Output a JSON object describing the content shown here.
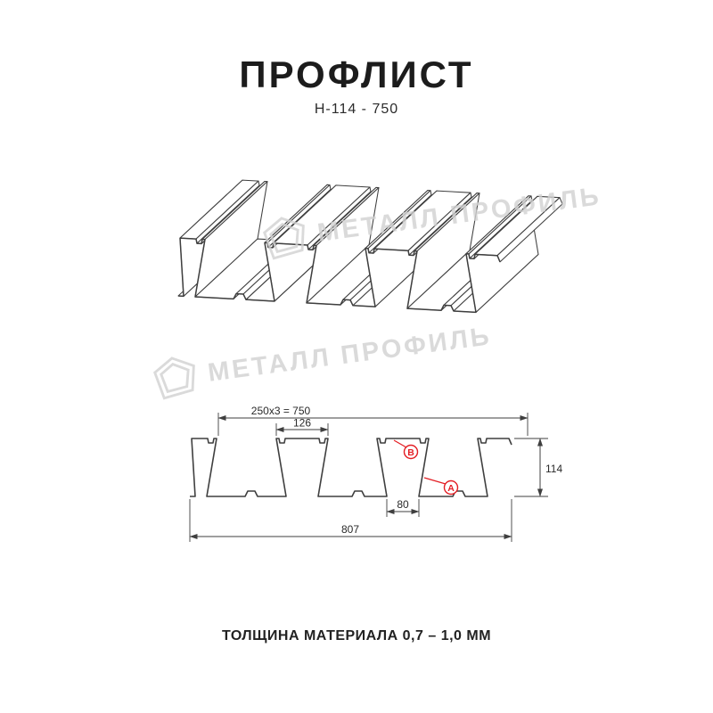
{
  "header": {
    "title": "ПРОФЛИСТ",
    "subtitle": "Н-114 - 750"
  },
  "watermark": {
    "text": "МЕТАЛЛ ПРОФИЛЬ",
    "logo_icon": "pentagon-logo",
    "color": "#d2d2d2"
  },
  "diagram": {
    "dim_coverage": "250x3 = 750",
    "dim_flange": "126",
    "dim_height": "114",
    "dim_rib_bottom": "80",
    "dim_total": "807",
    "label_a": "A",
    "label_b": "B",
    "accent_red": "#e31e24",
    "line_color": "#3f3f3f"
  },
  "footer": {
    "text": "ТОЛЩИНА МАТЕРИАЛА 0,7 – 1,0 ММ"
  }
}
